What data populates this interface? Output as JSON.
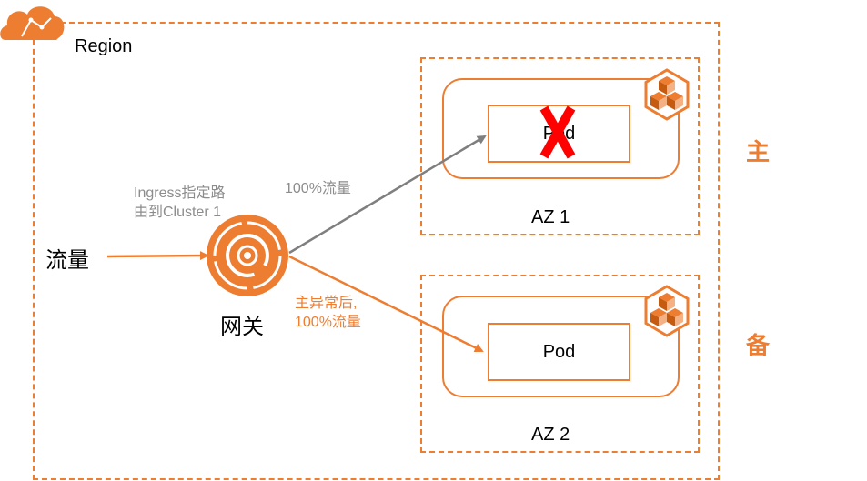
{
  "region": {
    "label": "Region"
  },
  "traffic": {
    "label": "流量"
  },
  "gateway": {
    "label": "网关"
  },
  "notes": {
    "ingress_line1": "Ingress指定路",
    "ingress_line2": "由到Cluster 1",
    "primary_traffic": "100%流量",
    "failover_line1": "主异常后,",
    "failover_line2": "100%流量"
  },
  "zones": [
    {
      "label": "AZ 1",
      "pod": "Pod",
      "role": "主",
      "pod_failed": true
    },
    {
      "label": "AZ 2",
      "pod": "Pod",
      "role": "备",
      "pod_failed": false
    }
  ],
  "colors": {
    "accent": "#ed7d31",
    "gray_arrow": "#7f7f7f",
    "failure_mark": "#ff0000"
  },
  "icons": {
    "cloud": "cloud-icon",
    "gateway": "gateway-swirl-icon",
    "cluster": "cube-cluster-icon",
    "failure": "x-mark-icon"
  }
}
